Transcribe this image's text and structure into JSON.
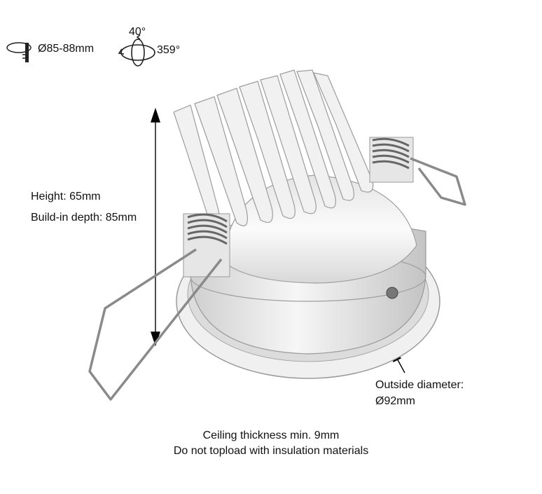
{
  "cutout": {
    "icon": "ceiling-cutout-icon",
    "label": "Ø85-88mm"
  },
  "rotation": {
    "icon": "rotation-icon",
    "tilt": "40°",
    "rotate": "359°"
  },
  "dimensions": {
    "height": "Height: 65mm",
    "depth": "Build-in depth: 85mm"
  },
  "outside": {
    "line1": "Outside diameter:",
    "line2": "Ø92mm"
  },
  "notes": {
    "line1": "Ceiling thickness min. 9mm",
    "line2": "Do not topload with insulation materials"
  },
  "colors": {
    "body": "#e9e9e9",
    "shade": "#bdbdbd",
    "dark": "#555555",
    "spring": "#888888"
  }
}
